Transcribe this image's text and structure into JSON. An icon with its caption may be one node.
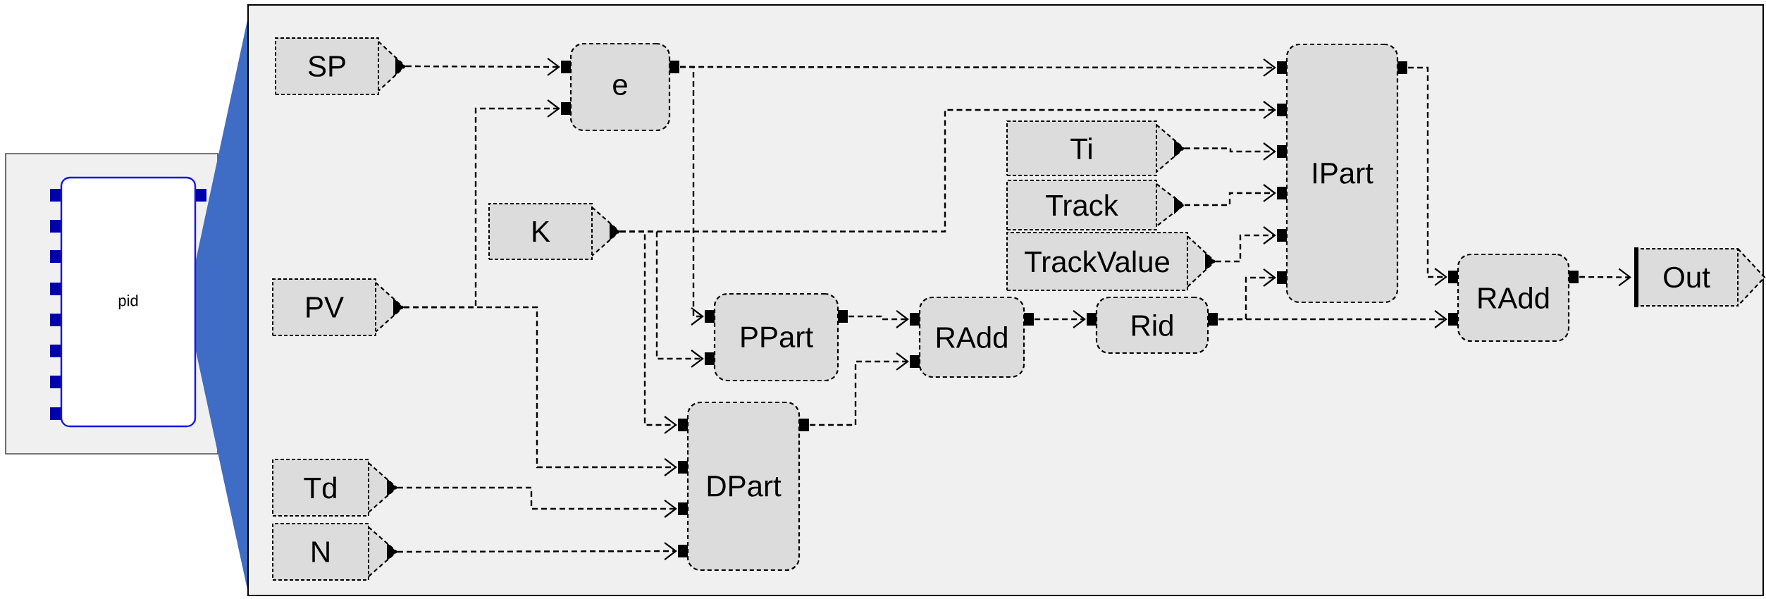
{
  "diagram": {
    "nodes": [
      {
        "text": [
          "pid"
        ]
      },
      {
        "text": [
          "SP"
        ]
      },
      {
        "text": [
          "e"
        ]
      },
      {
        "text": [
          "Ti"
        ]
      },
      {
        "text": [
          "Track"
        ]
      },
      {
        "text": [
          "TrackValue"
        ]
      },
      {
        "text": [
          "IPart"
        ]
      },
      {
        "text": [
          "K"
        ]
      },
      {
        "text": [
          "PV"
        ]
      },
      {
        "text": [
          "PPart"
        ]
      },
      {
        "text": [
          "RAdd"
        ]
      },
      {
        "text": [
          "Rid"
        ]
      },
      {
        "text": [
          "RAdd"
        ]
      },
      {
        "text": [
          "Out"
        ]
      },
      {
        "text": [
          "DPart"
        ]
      },
      {
        "text": [
          "Td"
        ]
      },
      {
        "text": [
          "N"
        ]
      }
    ],
    "edges": [
      {
        "from": 1,
        "to": 2,
        "arrow": "to"
      },
      {
        "from": 8,
        "to": 2,
        "arrow": "to"
      },
      {
        "from": 8,
        "to": 14,
        "arrow": "to"
      },
      {
        "from": 15,
        "to": 14,
        "arrow": "to"
      },
      {
        "from": 16,
        "to": 14,
        "arrow": "to"
      },
      {
        "from": 7,
        "to": 6,
        "arrow": "to"
      },
      {
        "from": 7,
        "to": 9,
        "arrow": "to"
      },
      {
        "from": 7,
        "to": 14,
        "arrow": "to"
      },
      {
        "from": 2,
        "to": 6,
        "arrow": "to"
      },
      {
        "from": 2,
        "to": 9,
        "arrow": "to"
      },
      {
        "from": 9,
        "to": 10,
        "arrow": "to"
      },
      {
        "from": 14,
        "to": 10,
        "arrow": "to"
      },
      {
        "from": 10,
        "to": 11,
        "arrow": "to"
      },
      {
        "from": 3,
        "to": 6,
        "arrow": "to"
      },
      {
        "from": 4,
        "to": 6,
        "arrow": "to"
      },
      {
        "from": 5,
        "to": 6,
        "arrow": "to"
      },
      {
        "from": 11,
        "to": 6,
        "arrow": "to"
      },
      {
        "from": 11,
        "to": 12,
        "arrow": "to"
      },
      {
        "from": 6,
        "to": 12,
        "arrow": "to"
      },
      {
        "from": 12,
        "to": 13,
        "arrow": "to"
      }
    ]
  }
}
